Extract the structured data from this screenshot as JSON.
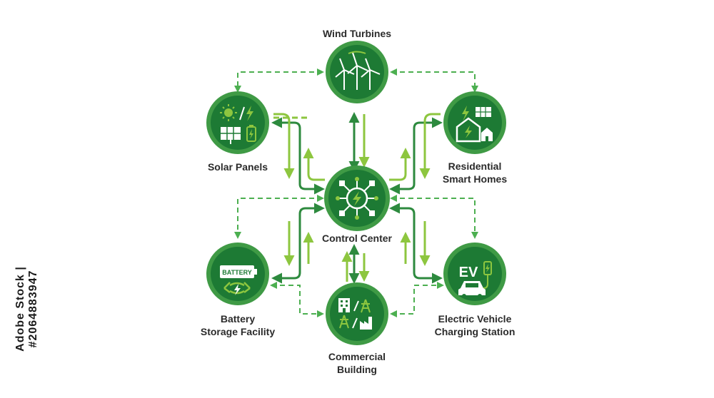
{
  "nodes": {
    "wind": {
      "label": "Wind Turbines"
    },
    "solar": {
      "label": "Solar Panels"
    },
    "residential": {
      "label_line1": "Residential",
      "label_line2": "Smart Homes"
    },
    "control": {
      "label": "Control Center"
    },
    "battery": {
      "label_line1": "Battery",
      "label_line2": "Storage Facility",
      "icon_text": "BATTERY"
    },
    "ev": {
      "label_line1": "Electric Vehicle",
      "label_line2": "Charging Station",
      "icon_text": "EV"
    },
    "commercial": {
      "label_line1": "Commercial",
      "label_line2": "Building"
    }
  },
  "stock_id": "Adobe Stock | #2064883947",
  "colors": {
    "circle_outer": "#3f9a45",
    "circle_inner": "#1d7a34",
    "arrow_dark": "#2d8a3e",
    "arrow_light": "#8dc63f",
    "dashed": "#4caf50",
    "label": "#2b2b2b"
  }
}
